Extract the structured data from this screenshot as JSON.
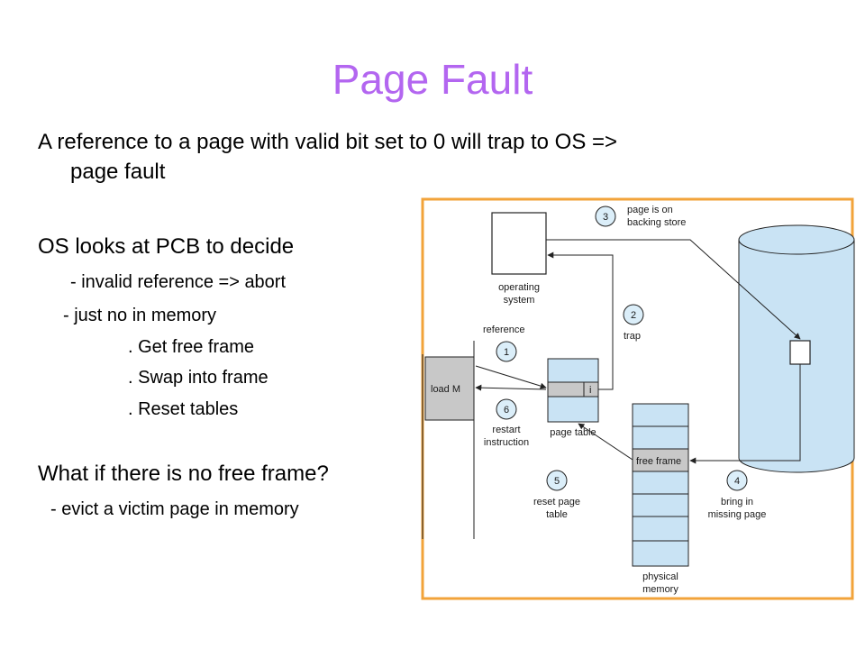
{
  "slide": {
    "title": "Page Fault",
    "intro_line1": "A reference to a page with valid bit set to 0 will trap to OS =>",
    "intro_line2": "page fault",
    "pcb_heading": "OS looks at PCB to decide",
    "pcb_items": [
      "- invalid reference => abort",
      "- just no in memory",
      ". Get free frame",
      ". Swap into frame",
      ". Reset tables"
    ],
    "question": "What if there is no free frame?",
    "answer": "- evict a victim page in memory"
  },
  "diagram": {
    "colors": {
      "frame": "#f2a33a",
      "table": "#c9e3f4",
      "load": "#c8c8c8",
      "disk": "#c9e3f4",
      "badge": "#dbeef9"
    },
    "os_label": [
      "operating",
      "system"
    ],
    "reference_label": "reference",
    "load_label": "load M",
    "table_entry_bit": "i",
    "page_table_label": "page table",
    "free_frame_label": "free frame",
    "physical_memory_label": [
      "physical",
      "memory"
    ],
    "steps": [
      {
        "num": "1",
        "label": []
      },
      {
        "num": "2",
        "label": [
          "trap"
        ]
      },
      {
        "num": "3",
        "label": [
          "page is on",
          "backing store"
        ]
      },
      {
        "num": "4",
        "label": [
          "bring in",
          "missing page"
        ]
      },
      {
        "num": "5",
        "label": [
          "reset page",
          "table"
        ]
      },
      {
        "num": "6",
        "label": [
          "restart",
          "instruction"
        ]
      }
    ]
  }
}
